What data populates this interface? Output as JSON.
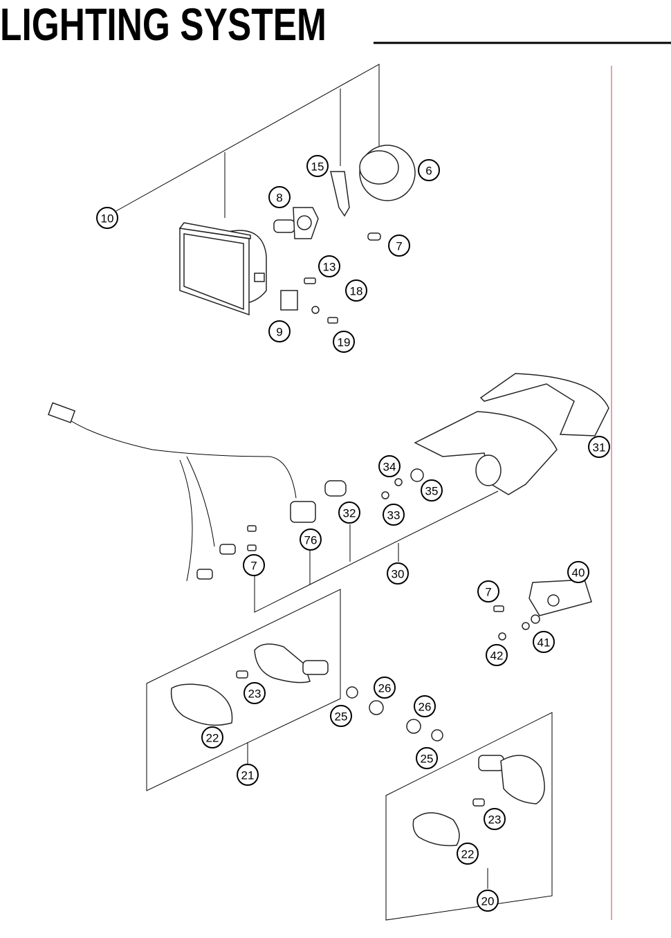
{
  "page": {
    "title": "LIGHTING SYSTEM"
  },
  "labels": {
    "p10": "10",
    "p15": "15",
    "p6": "6",
    "p8": "8",
    "p7a": "7",
    "p13": "13",
    "p18": "18",
    "p9": "9",
    "p19": "19",
    "p31": "31",
    "p34": "34",
    "p35": "35",
    "p32": "32",
    "p33": "33",
    "p76": "76",
    "p7b": "7",
    "p30": "30",
    "p40": "40",
    "p7c": "7",
    "p41": "41",
    "p42": "42",
    "p23a": "23",
    "p26a": "26",
    "p25a": "25",
    "p26b": "26",
    "p22a": "22",
    "p21": "21",
    "p25b": "25",
    "p23b": "23",
    "p22b": "22",
    "p20": "20"
  },
  "colors": {
    "margin_line": "#e8a0a8",
    "ink": "#000000"
  }
}
